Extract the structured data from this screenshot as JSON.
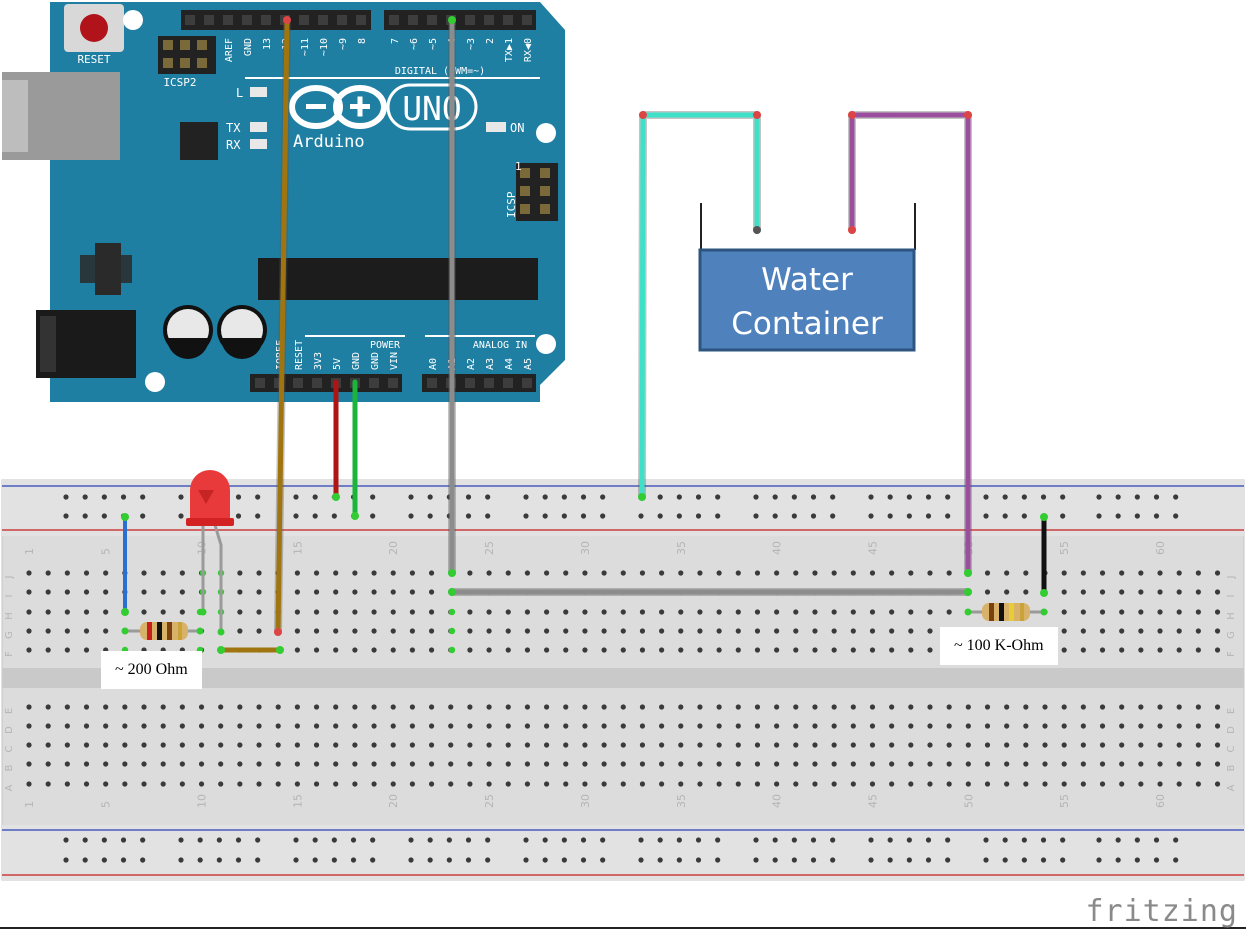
{
  "board": {
    "reset_label": "RESET",
    "icsp2_label": "ICSP2",
    "icsp_label": "ICSP",
    "icsp_pin": "1",
    "digital_label": "DIGITAL (PWM=~)",
    "header_top_left": [
      "AREF",
      "GND",
      "13",
      "12",
      "~11",
      "~10",
      "~9",
      "8"
    ],
    "header_top_right": [
      "7",
      "~6",
      "~5",
      "4",
      "~3",
      "2",
      "TX▶1",
      "RX◀0"
    ],
    "power_label": "POWER",
    "analog_label": "ANALOG IN",
    "header_bottom_power": [
      "IOREF",
      "RESET",
      "3V3",
      "5V",
      "GND",
      "GND",
      "VIN"
    ],
    "header_bottom_analog": [
      "A0",
      "A1",
      "A2",
      "A3",
      "A4",
      "A5"
    ],
    "led_l": "L",
    "led_tx": "TX",
    "led_rx": "RX",
    "led_on": "ON",
    "brand": "Arduino",
    "model": "UNO"
  },
  "container": {
    "line1": "Water",
    "line2": "Container",
    "fill_color": "#4f81bd"
  },
  "resistors": {
    "r1_label": "~ 200 Ohm",
    "r2_label": "~ 100 K-Ohm"
  },
  "breadboard": {
    "column_numbers": [
      "1",
      "5",
      "10",
      "15",
      "20",
      "25",
      "30",
      "35",
      "40",
      "45",
      "50",
      "55",
      "60"
    ],
    "rows_top": [
      "J",
      "I",
      "H",
      "G",
      "F"
    ],
    "rows_bottom": [
      "E",
      "D",
      "C",
      "B",
      "A"
    ]
  },
  "wires": {
    "orange": "#a0750f",
    "red": "#b01515",
    "green": "#1ab53a",
    "gray": "#8c8c8c",
    "cyan": "#3fe0c8",
    "purple": "#9b4d9e",
    "black": "#111111",
    "blue": "#2a6fd1"
  },
  "watermark": "fritzing"
}
